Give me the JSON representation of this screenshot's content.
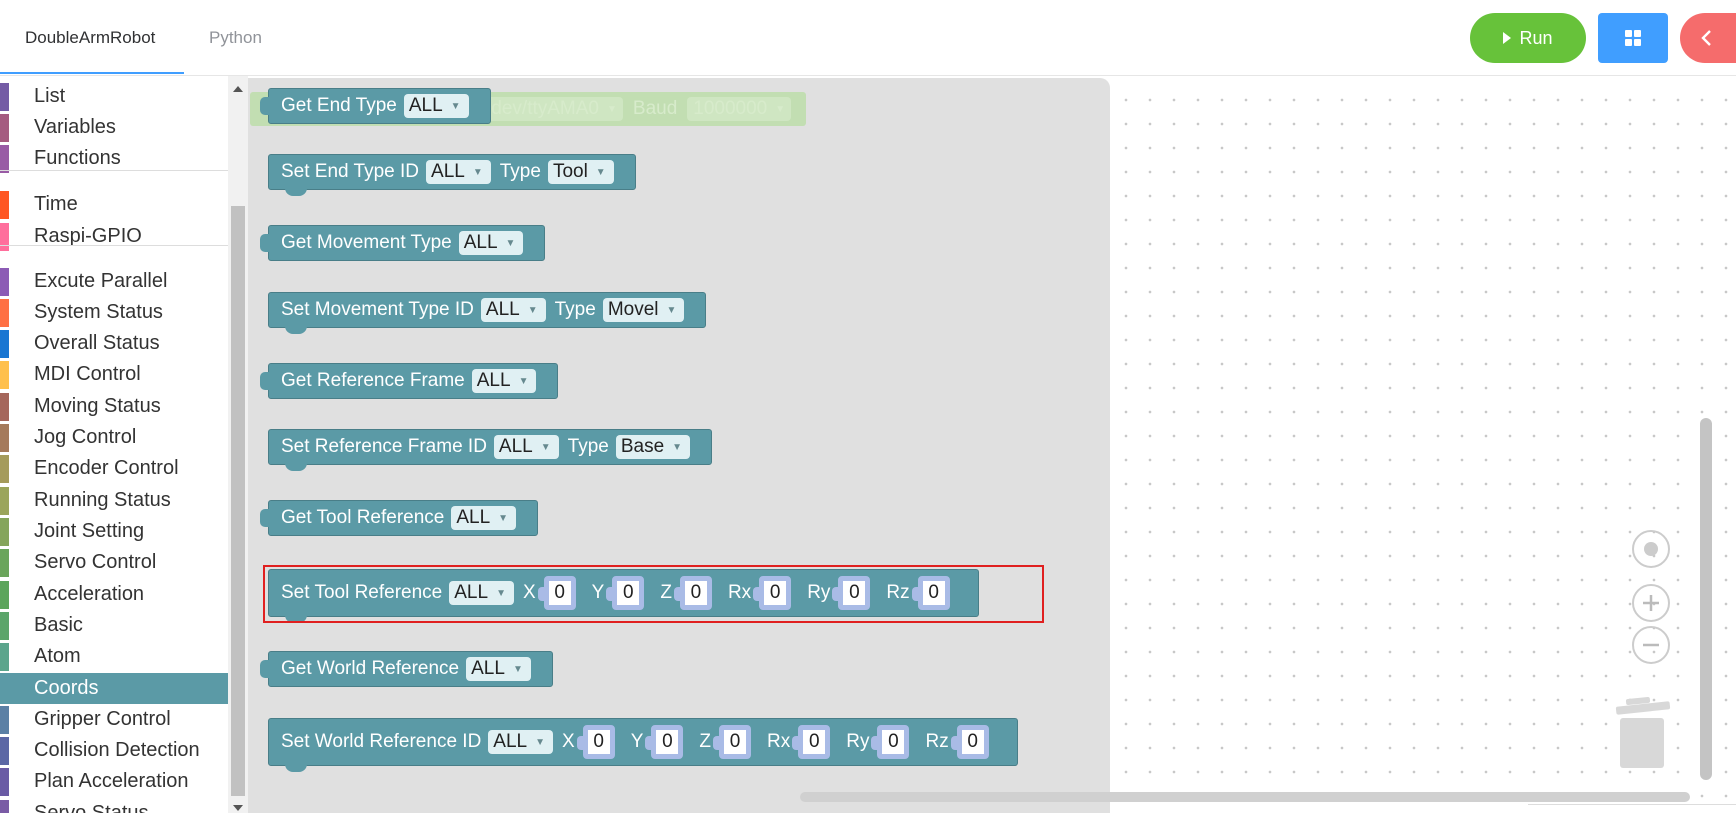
{
  "header": {
    "tabs": [
      {
        "label": "DoubleArmRobot"
      },
      {
        "label": "Python"
      }
    ],
    "run_label": "Run"
  },
  "sidebar": {
    "categories": [
      {
        "label": "List",
        "color": "#745ba5"
      },
      {
        "label": "Variables",
        "color": "#a55b80"
      },
      {
        "label": "Functions",
        "color": "#995ba5"
      },
      {
        "label": "Time",
        "color": "#ff5722"
      },
      {
        "label": "Raspi-GPIO",
        "color": "#ff6e9c"
      },
      {
        "label": "Excute Parallel",
        "color": "#8c5bb5"
      },
      {
        "label": "System Status",
        "color": "#ff7043"
      },
      {
        "label": "Overall Status",
        "color": "#1976d2"
      },
      {
        "label": "MDI Control",
        "color": "#ffc04d"
      },
      {
        "label": "Moving Status",
        "color": "#a5665b"
      },
      {
        "label": "Jog Control",
        "color": "#a57a5b"
      },
      {
        "label": "Encoder Control",
        "color": "#a59b5b"
      },
      {
        "label": "Running Status",
        "color": "#9ba55b"
      },
      {
        "label": "Joint Setting",
        "color": "#85a55b"
      },
      {
        "label": "Servo Control",
        "color": "#6aa55b"
      },
      {
        "label": "Acceleration",
        "color": "#5ba55b"
      },
      {
        "label": "Basic",
        "color": "#5ba56a"
      },
      {
        "label": "Atom",
        "color": "#5ba58c"
      },
      {
        "label": "Coords",
        "color": "#5b9aa6"
      },
      {
        "label": "Gripper Control",
        "color": "#5b80a5"
      },
      {
        "label": "Collision Detection",
        "color": "#5b67a5"
      },
      {
        "label": "Plan Acceleration",
        "color": "#6a5ba5"
      },
      {
        "label": "Servo Status",
        "color": "#7a5ba5"
      }
    ]
  },
  "ghost_block": {
    "port": "/dev/ttyAMA0",
    "baud_label": "Baud",
    "baud": "1000000"
  },
  "blocks": {
    "get_end_type": {
      "label": "Get End Type",
      "arm": "ALL"
    },
    "set_end_type": {
      "label": "Set End Type ID",
      "arm": "ALL",
      "type_label": "Type",
      "type": "Tool"
    },
    "get_movement_type": {
      "label": "Get Movement Type",
      "arm": "ALL"
    },
    "set_movement_type": {
      "label": "Set Movement Type ID",
      "arm": "ALL",
      "type_label": "Type",
      "type": "Movel"
    },
    "get_reference_frame": {
      "label": "Get Reference Frame",
      "arm": "ALL"
    },
    "set_reference_frame": {
      "label": "Set Reference Frame ID",
      "arm": "ALL",
      "type_label": "Type",
      "type": "Base"
    },
    "get_tool_reference": {
      "label": "Get Tool Reference",
      "arm": "ALL"
    },
    "set_tool_reference": {
      "label": "Set Tool Reference",
      "arm": "ALL",
      "fields": [
        {
          "name": "X",
          "value": "0"
        },
        {
          "name": "Y",
          "value": "0"
        },
        {
          "name": "Z",
          "value": "0"
        },
        {
          "name": "Rx",
          "value": "0"
        },
        {
          "name": "Ry",
          "value": "0"
        },
        {
          "name": "Rz",
          "value": "0"
        }
      ]
    },
    "get_world_reference": {
      "label": "Get World Reference",
      "arm": "ALL"
    },
    "set_world_reference": {
      "label": "Set World Reference ID",
      "arm": "ALL",
      "fields": [
        {
          "name": "X",
          "value": "0"
        },
        {
          "name": "Y",
          "value": "0"
        },
        {
          "name": "Z",
          "value": "0"
        },
        {
          "name": "Rx",
          "value": "0"
        },
        {
          "name": "Ry",
          "value": "0"
        },
        {
          "name": "Rz",
          "value": "0"
        }
      ]
    }
  }
}
